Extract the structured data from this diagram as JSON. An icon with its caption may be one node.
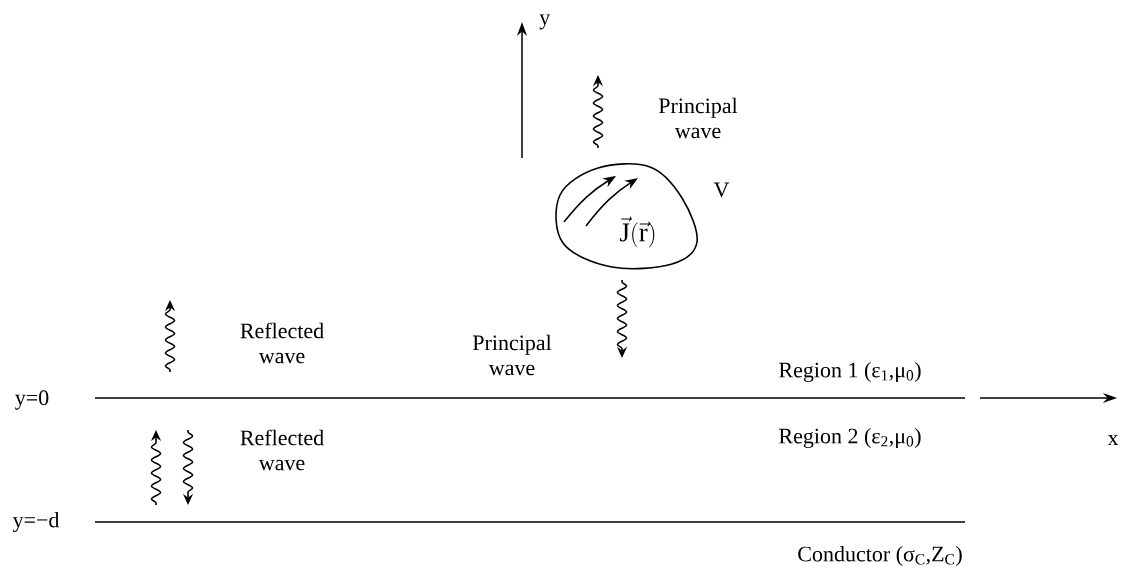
{
  "diagram": {
    "nodes": [
      {
        "text": [
          "\\vec{\\mathrm{J}}(\\vec{\\mathrm{r}})"
        ],
        "beside": [
          "V"
        ]
      }
    ],
    "labels": [
      "y",
      "Principal wave",
      "Principal wave",
      "Reflected wave",
      "Region 1   (ε$_{1}$,μ$_{0}$)",
      "y=0",
      "x",
      "Reflected wave",
      "Region 2   (ε$_{2}$,μ$_{0}$)",
      "y=−d",
      "Conductor  (σ$_{C}$,Z$_{C}$)"
    ]
  }
}
